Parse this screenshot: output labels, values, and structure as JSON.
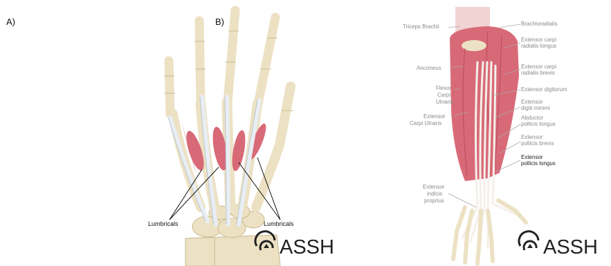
{
  "panels": {
    "a_label": "A)",
    "b_label": "B)"
  },
  "hand": {
    "lumbricals_left": "Lumbricals",
    "lumbricals_right": "Lumbricals"
  },
  "forearm": {
    "labels_left": [
      "Triceps Brachii",
      "Anconeus",
      "Flexor",
      "Carpi",
      "Ulnaris",
      "Extensor",
      "Carpi Ulnaris",
      "Extensor",
      "indicis",
      "proprius"
    ],
    "labels_right": [
      "Brachioradialis",
      "Extensor carpi",
      "radialis longus",
      "Extensor carpi",
      "radialis brevis",
      "Extensor digitorum",
      "Extensor",
      "digiti minimi",
      "Abductor",
      "pollicis longus",
      "Extensor",
      "pollicis brevis"
    ],
    "highlight": [
      "Extensor",
      "pollicis longus"
    ]
  },
  "logo": {
    "text_1": "ASSH",
    "text_2": "ASSH",
    "icon": "assh-swirl-icon"
  },
  "colors": {
    "bone": "#ece1c3",
    "muscle": "#d86a78",
    "tendon": "#e8eef3"
  }
}
